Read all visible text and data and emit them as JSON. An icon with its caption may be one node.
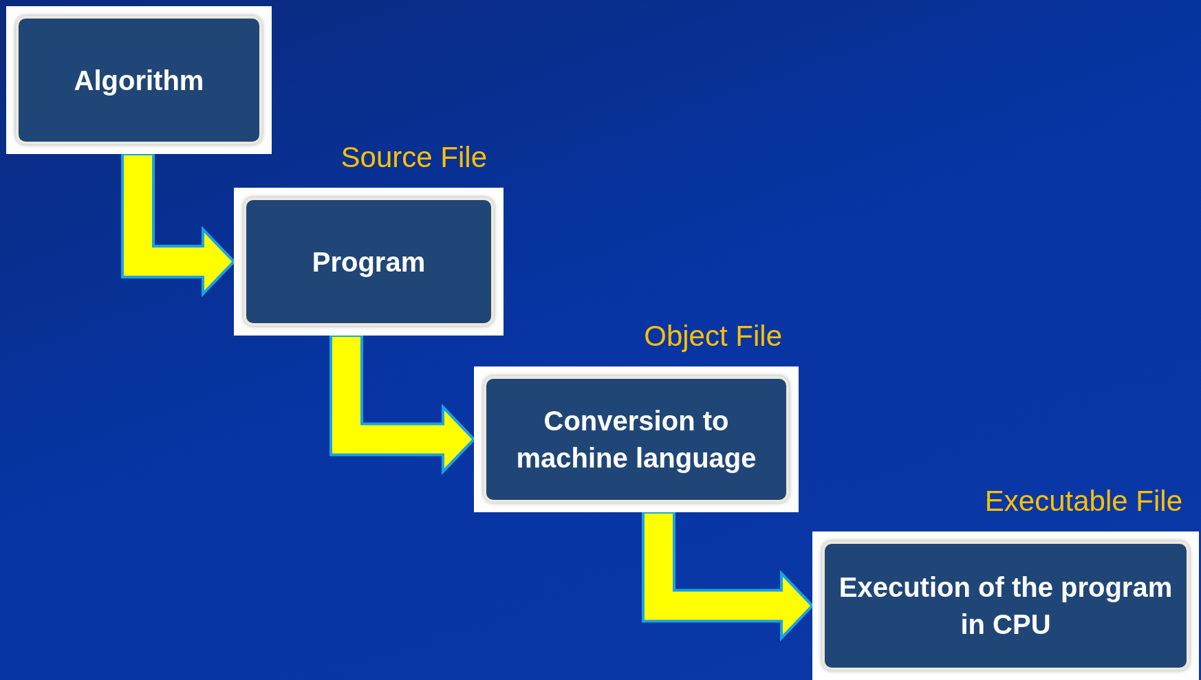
{
  "diagram": {
    "nodes": [
      {
        "text": [
          "Algorithm"
        ]
      },
      {
        "text": [
          "Program"
        ],
        "beside": [
          "Source File"
        ]
      },
      {
        "text": [
          "Conversion to machine language"
        ],
        "beside": [
          "Object File"
        ]
      },
      {
        "text": [
          "Execution of the program in CPU"
        ],
        "beside": [
          "Executable File"
        ]
      }
    ],
    "edges": [
      {
        "from": 0,
        "to": 1,
        "arrow": "to"
      },
      {
        "from": 1,
        "to": 2,
        "arrow": "to"
      },
      {
        "from": 2,
        "to": 3,
        "arrow": "to"
      }
    ]
  }
}
